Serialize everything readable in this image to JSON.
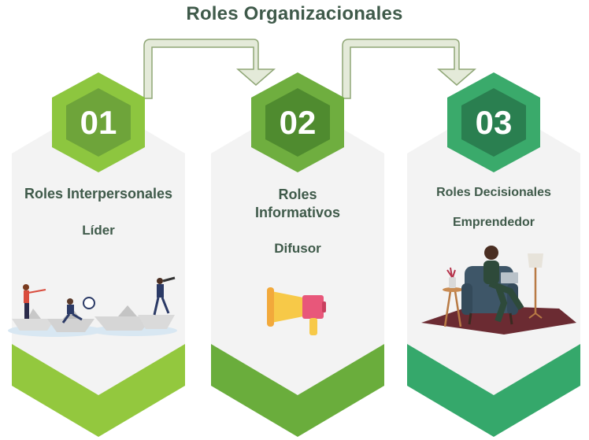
{
  "title": "Roles Organizacionales",
  "colors": {
    "card_bg": "#f3f3f3",
    "hex1": "#8dc63f",
    "hex1_inner": "#6ea43a",
    "hex2": "#6fae3f",
    "hex2_inner": "#4f8b2f",
    "hex3": "#3aaa6b",
    "hex3_inner": "#2a7f50",
    "arrow_fill": "#e4ead9",
    "arrow_stroke": "#8fa676",
    "text": "#3f5a4a"
  },
  "cards": [
    {
      "number": "01",
      "heading": "Roles Interpersonales",
      "role": "Líder",
      "illustration": "paper-boats-leadership-illustration"
    },
    {
      "number": "02",
      "heading": "Roles Informativos",
      "role": "Difusor",
      "illustration": "megaphone-icon"
    },
    {
      "number": "03",
      "heading": "Roles Decisionales",
      "role": "Emprendedor",
      "illustration": "woman-armchair-laptop-illustration"
    }
  ]
}
